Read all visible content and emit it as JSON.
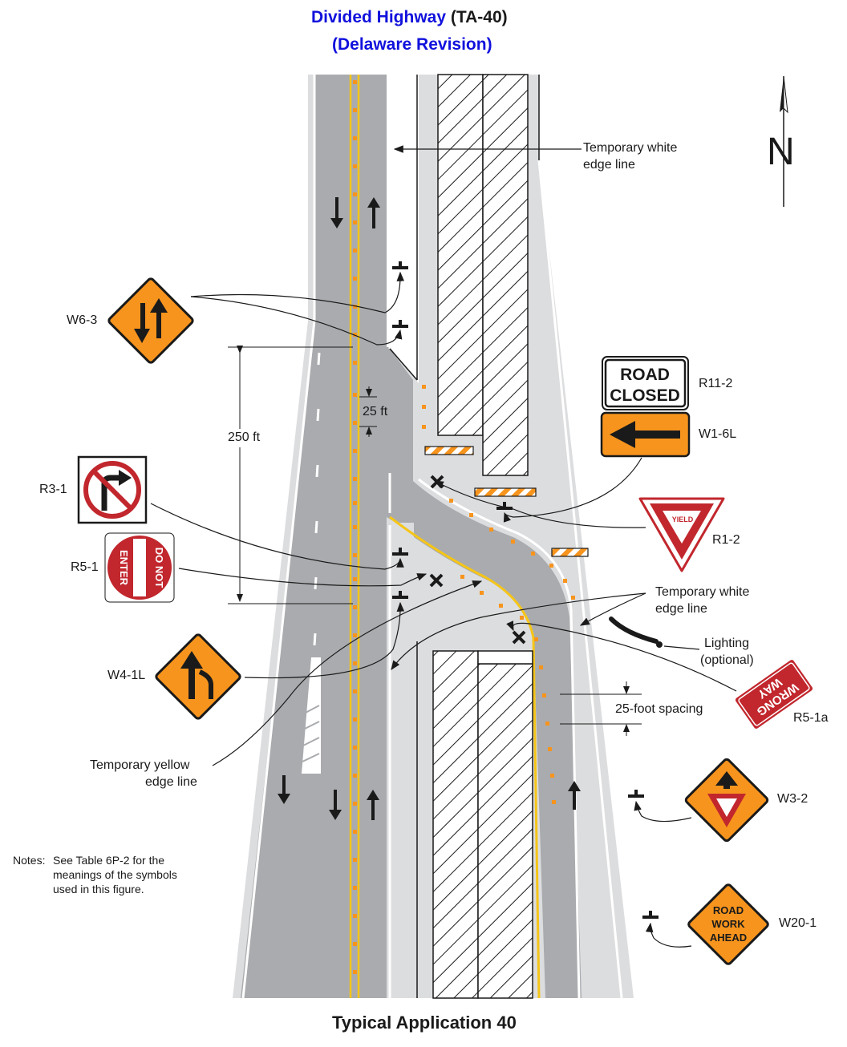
{
  "title": {
    "line1_main": "Divided Highway",
    "line1_tag": "(TA-40)",
    "line2": "(Delaware Revision)"
  },
  "caption": "Typical Application 40",
  "north_label": "N",
  "dimensions": {
    "taper_length": "250 ft",
    "device_spacing": "25 ft",
    "spacing_note": "25-foot spacing"
  },
  "callouts": {
    "temp_white_top_1": "Temporary white",
    "temp_white_top_2": "edge line",
    "temp_white_mid_1": "Temporary white",
    "temp_white_mid_2": "edge line",
    "temp_yellow_1": "Temporary yellow",
    "temp_yellow_2": "edge line",
    "lighting_1": "Lighting",
    "lighting_2": "(optional)"
  },
  "sign_codes": {
    "w6_3": "W6-3",
    "r11_2": "R11-2",
    "w1_6l": "W1-6L",
    "r3_1": "R3-1",
    "r5_1": "R5-1",
    "r1_2": "R1-2",
    "w4_1l": "W4-1L",
    "r5_1a": "R5-1a",
    "w3_2": "W3-2",
    "w20_1": "W20-1"
  },
  "sign_text": {
    "road_closed_1": "ROAD",
    "road_closed_2": "CLOSED",
    "yield": "YIELD",
    "do_not": "DO NOT",
    "enter": "ENTER",
    "wrong": "WRONG",
    "way": "WAY",
    "road": "ROAD",
    "work": "WORK",
    "ahead": "AHEAD"
  },
  "notes": {
    "label": "Notes:",
    "line1": "See Table 6P-2 for the",
    "line2": "meanings of the symbols",
    "line3": "used in this figure."
  },
  "colors": {
    "title_blue": "#1111dd",
    "pavement": "#a9abae",
    "shoulder": "#dcdddf",
    "yellow_line": "#f5c518",
    "channelizer": "#f7941d",
    "warning_orange": "#f7941d",
    "regulatory_red": "#c1272d",
    "sign_black": "#1a1a1a"
  },
  "icons": [
    "north-arrow-icon",
    "sign-support-icon",
    "channelizing-device-icon",
    "barricade-icon",
    "arrow-icon",
    "luminaire-icon"
  ]
}
